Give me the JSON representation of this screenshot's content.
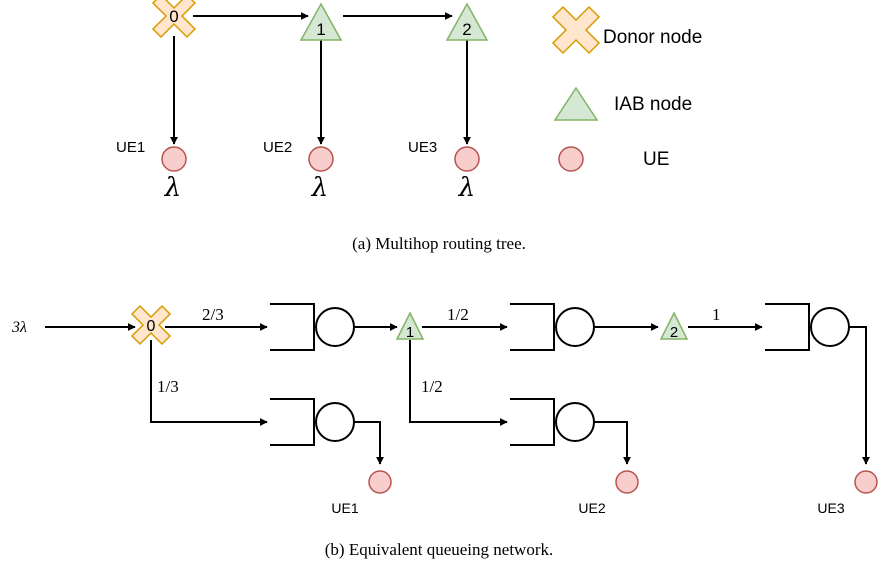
{
  "colors": {
    "donor_fill": "#ffe6cc",
    "donor_stroke": "#d79b00",
    "iab_fill": "#d5e8d4",
    "iab_stroke": "#82b366",
    "ue_fill": "#f8cecc",
    "ue_stroke": "#b85450",
    "edge": "#000000"
  },
  "tree": {
    "nodes": {
      "n0": "0",
      "n1": "1",
      "n2": "2"
    },
    "ues": {
      "ue1": "UE1",
      "ue2": "UE2",
      "ue3": "UE3"
    },
    "lambda": "λ",
    "caption": "(a) Multihop routing tree."
  },
  "legend": {
    "donor": "Donor node",
    "iab": "IAB node",
    "ue": "UE"
  },
  "network": {
    "input": "3λ",
    "nodes": {
      "n0": "0",
      "n1": "1",
      "n2": "2"
    },
    "probs": {
      "p0_down": "2/3",
      "p0_side": "1/3",
      "p1_down": "1/2",
      "p1_side": "1/2",
      "p2_down": "1"
    },
    "ues": {
      "ue1": "UE1",
      "ue2": "UE2",
      "ue3": "UE3"
    },
    "caption": "(b) Equivalent queueing network."
  }
}
